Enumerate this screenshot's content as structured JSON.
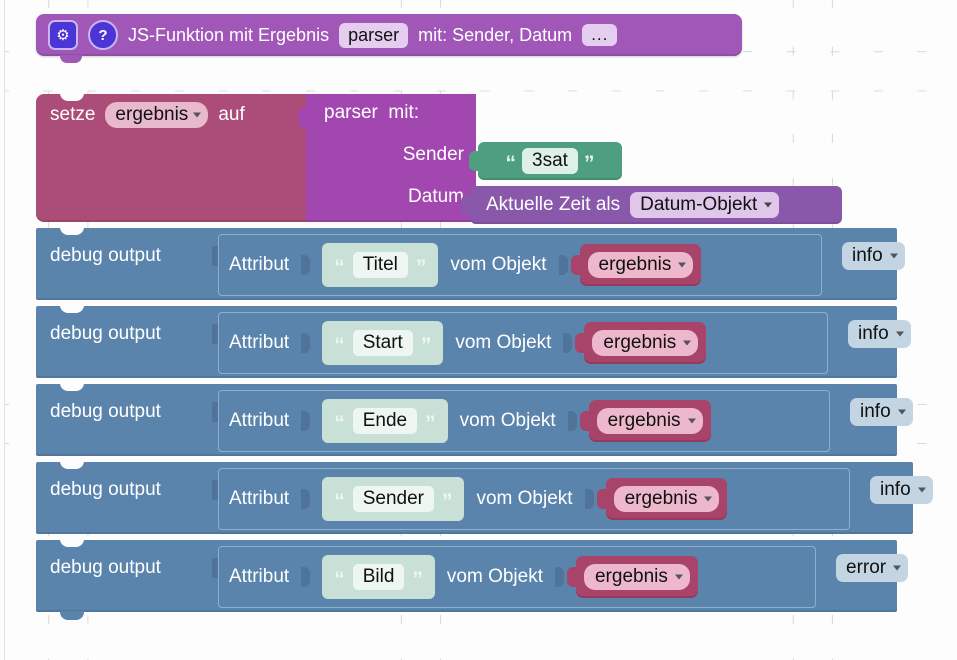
{
  "canvas": {
    "background": "#fdfdfd",
    "grid_mark_color": "#d8d8d8"
  },
  "function_header": {
    "settings_icon": "gear-icon",
    "settings_glyph": "⚙",
    "help_icon": "help-icon",
    "help_glyph": "?",
    "text_before": "JS-Funktion mit Ergebnis",
    "function_name": "parser",
    "text_after": "mit: Sender, Datum",
    "more_button": "...",
    "color": "#a057b8"
  },
  "set_block": {
    "keyword": "setze",
    "variable": "ergebnis",
    "preposition": "auf",
    "color": "#ac4c79"
  },
  "call_block": {
    "name": "parser",
    "with_label": "mit:",
    "params": [
      {
        "label": "Sender"
      },
      {
        "label": "Datum"
      }
    ],
    "color": "#a347b0"
  },
  "string_value": {
    "open_quote": "“",
    "close_quote": "”",
    "value": "3sat",
    "color": "#4e9e80"
  },
  "date_block": {
    "label": "Aktuelle Zeit als",
    "selected": "Datum-Objekt",
    "color": "#8a58ab"
  },
  "debug_rows": [
    {
      "statement": "debug output",
      "attr_label": "Attribut",
      "open_quote": "“",
      "attribute": "Titel",
      "close_quote": "”",
      "object_label": "vom Objekt",
      "object": "ergebnis",
      "level": "info"
    },
    {
      "statement": "debug output",
      "attr_label": "Attribut",
      "open_quote": "“",
      "attribute": "Start",
      "close_quote": "”",
      "object_label": "vom Objekt",
      "object": "ergebnis",
      "level": "info"
    },
    {
      "statement": "debug output",
      "attr_label": "Attribut",
      "open_quote": "“",
      "attribute": "Ende",
      "close_quote": "”",
      "object_label": "vom Objekt",
      "object": "ergebnis",
      "level": "info"
    },
    {
      "statement": "debug output",
      "attr_label": "Attribut",
      "open_quote": "“",
      "attribute": "Sender",
      "close_quote": "”",
      "object_label": "vom Objekt",
      "object": "ergebnis",
      "level": "info"
    },
    {
      "statement": "debug output",
      "attr_label": "Attribut",
      "open_quote": "“",
      "attribute": "Bild",
      "close_quote": "”",
      "object_label": "vom Objekt",
      "object": "ergebnis",
      "level": "error"
    }
  ],
  "colors": {
    "debug_block": "#5b84ad",
    "variable_block": "#a8436a",
    "string_block_disabled": "#c9e0d6",
    "dropdown": "#c3d4e3"
  }
}
